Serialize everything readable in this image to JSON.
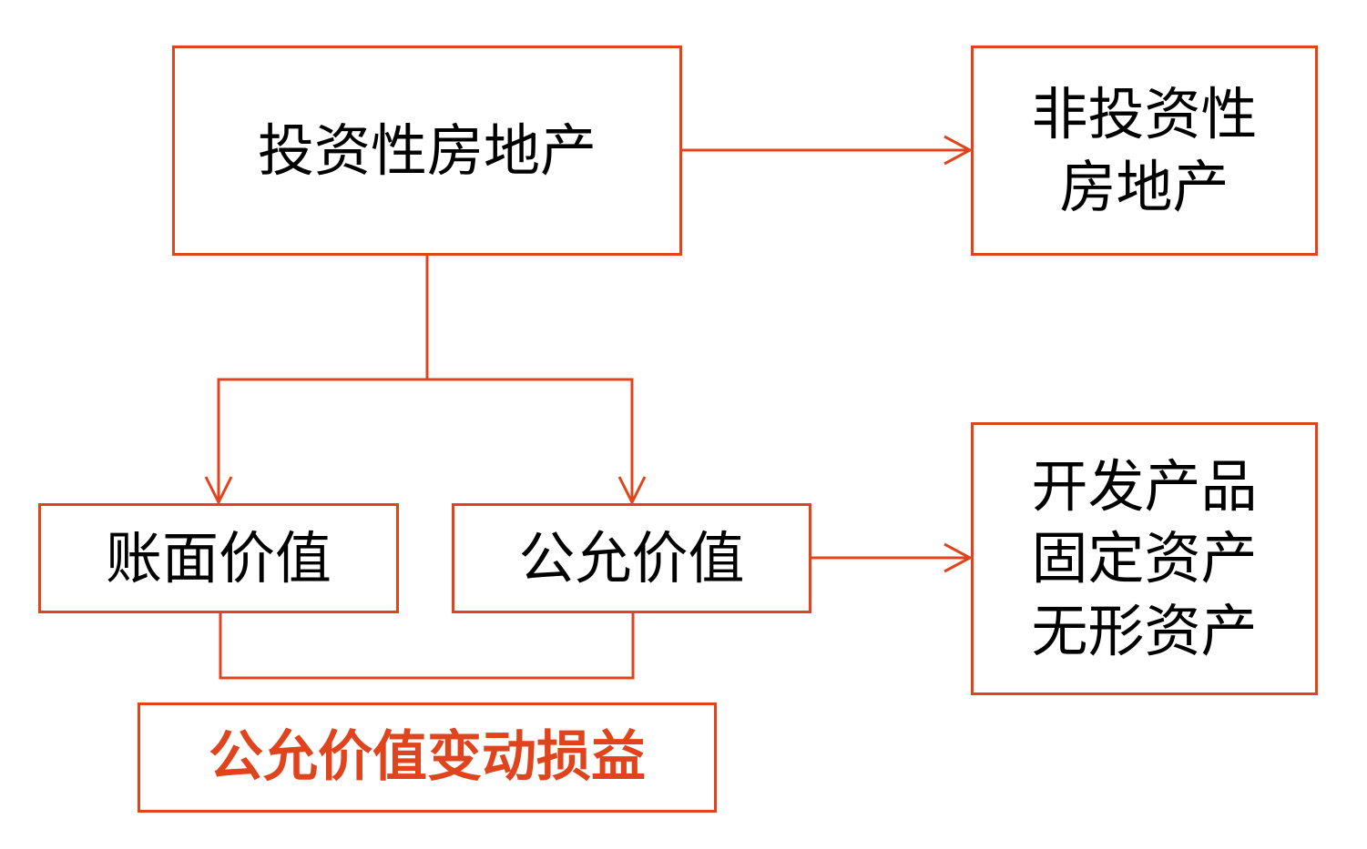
{
  "colors": {
    "accent": "#e0441c",
    "text": "#000000",
    "background": "#ffffff"
  },
  "nodes": {
    "investment_property": {
      "label": "投资性房地产"
    },
    "non_investment_property": {
      "lines": [
        "非投资性",
        "房地产"
      ]
    },
    "book_value": {
      "label": "账面价值"
    },
    "fair_value": {
      "label": "公允价值"
    },
    "other_assets": {
      "lines": [
        "开发产品",
        "固定资产",
        "无形资产"
      ]
    },
    "fair_value_change": {
      "label": "公允价值变动损益"
    }
  }
}
